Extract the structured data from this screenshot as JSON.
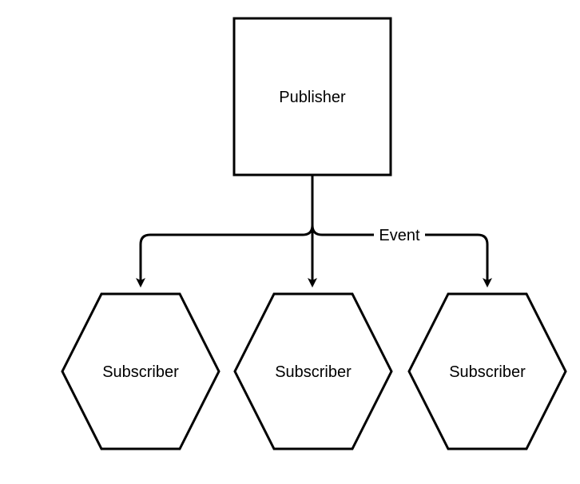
{
  "publisher": {
    "label": "Publisher"
  },
  "edge": {
    "label": "Event"
  },
  "subscribers": [
    {
      "label": "Subscriber"
    },
    {
      "label": "Subscriber"
    },
    {
      "label": "Subscriber"
    }
  ],
  "colors": {
    "stroke": "#000000",
    "fill": "#ffffff",
    "background": "#ffffff"
  }
}
